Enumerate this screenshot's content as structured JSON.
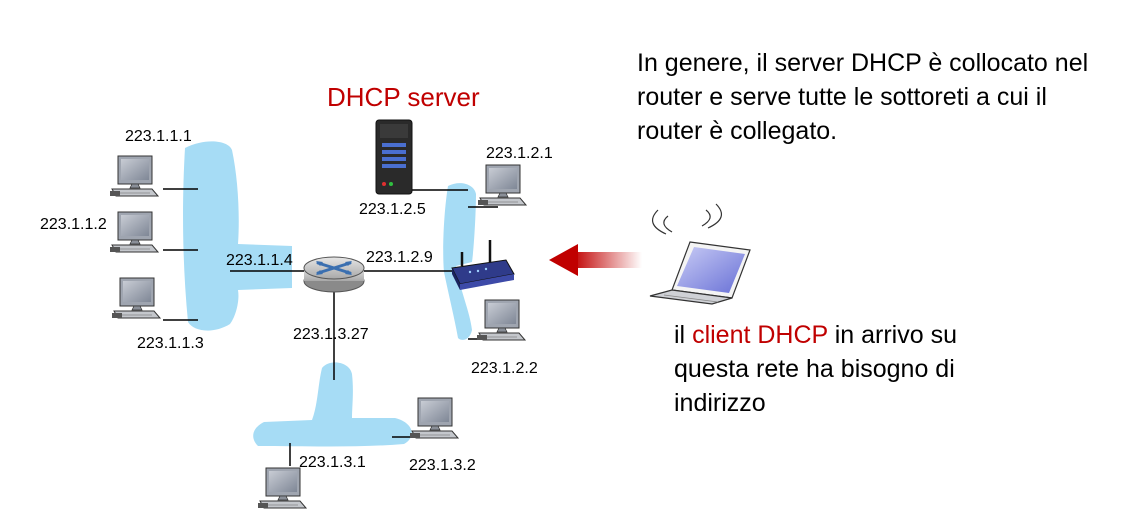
{
  "diagram": {
    "server_label": "DHCP server",
    "subnet_1": {
      "hosts": [
        "223.1.1.1",
        "223.1.1.2",
        "223.1.1.3"
      ],
      "router_if": "223.1.1.4"
    },
    "subnet_2": {
      "hosts": [
        "223.1.2.1",
        "223.1.2.2"
      ],
      "server": "223.1.2.5",
      "router_if": "223.1.2.9"
    },
    "subnet_3": {
      "hosts": [
        "223.1.3.1",
        "223.1.3.2"
      ],
      "router_if": "223.1.3.27"
    }
  },
  "notes": {
    "top": "In genere, il server DHCP è collocato nel router e serve tutte le sottoreti a cui il router è collegato.",
    "bottom": {
      "before": "il ",
      "highlight": "client DHCP",
      "after": " in arrivo su questa rete ha bisogno di indirizzo"
    }
  },
  "colors": {
    "network": "#a6dcf5",
    "accent": "#c00000",
    "router": "#3a6fb0"
  },
  "icons": [
    "server-icon",
    "router-icon",
    "wifi-router-icon",
    "laptop-icon",
    "computer-icon",
    "arrow-icon"
  ]
}
